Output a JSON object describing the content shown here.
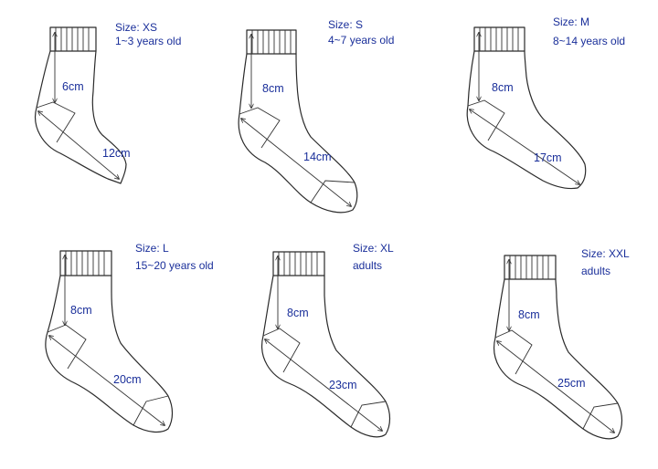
{
  "colors": {
    "label": "#1a2f9a",
    "outline": "#2a2a2a"
  },
  "socks": [
    {
      "size": "Size: XS",
      "age": "1~3 years old",
      "cuff_length": "6cm",
      "foot_length": "12cm"
    },
    {
      "size": "Size: S",
      "age": "4~7 years old",
      "cuff_length": "8cm",
      "foot_length": "14cm"
    },
    {
      "size": "Size: M",
      "age": "8~14 years old",
      "cuff_length": "8cm",
      "foot_length": "17cm"
    },
    {
      "size": "Size: L",
      "age": "15~20 years old",
      "cuff_length": "8cm",
      "foot_length": "20cm"
    },
    {
      "size": "Size: XL",
      "age": "adults",
      "cuff_length": "8cm",
      "foot_length": "23cm"
    },
    {
      "size": "Size: XXL",
      "age": "adults",
      "cuff_length": "8cm",
      "foot_length": "25cm"
    }
  ]
}
